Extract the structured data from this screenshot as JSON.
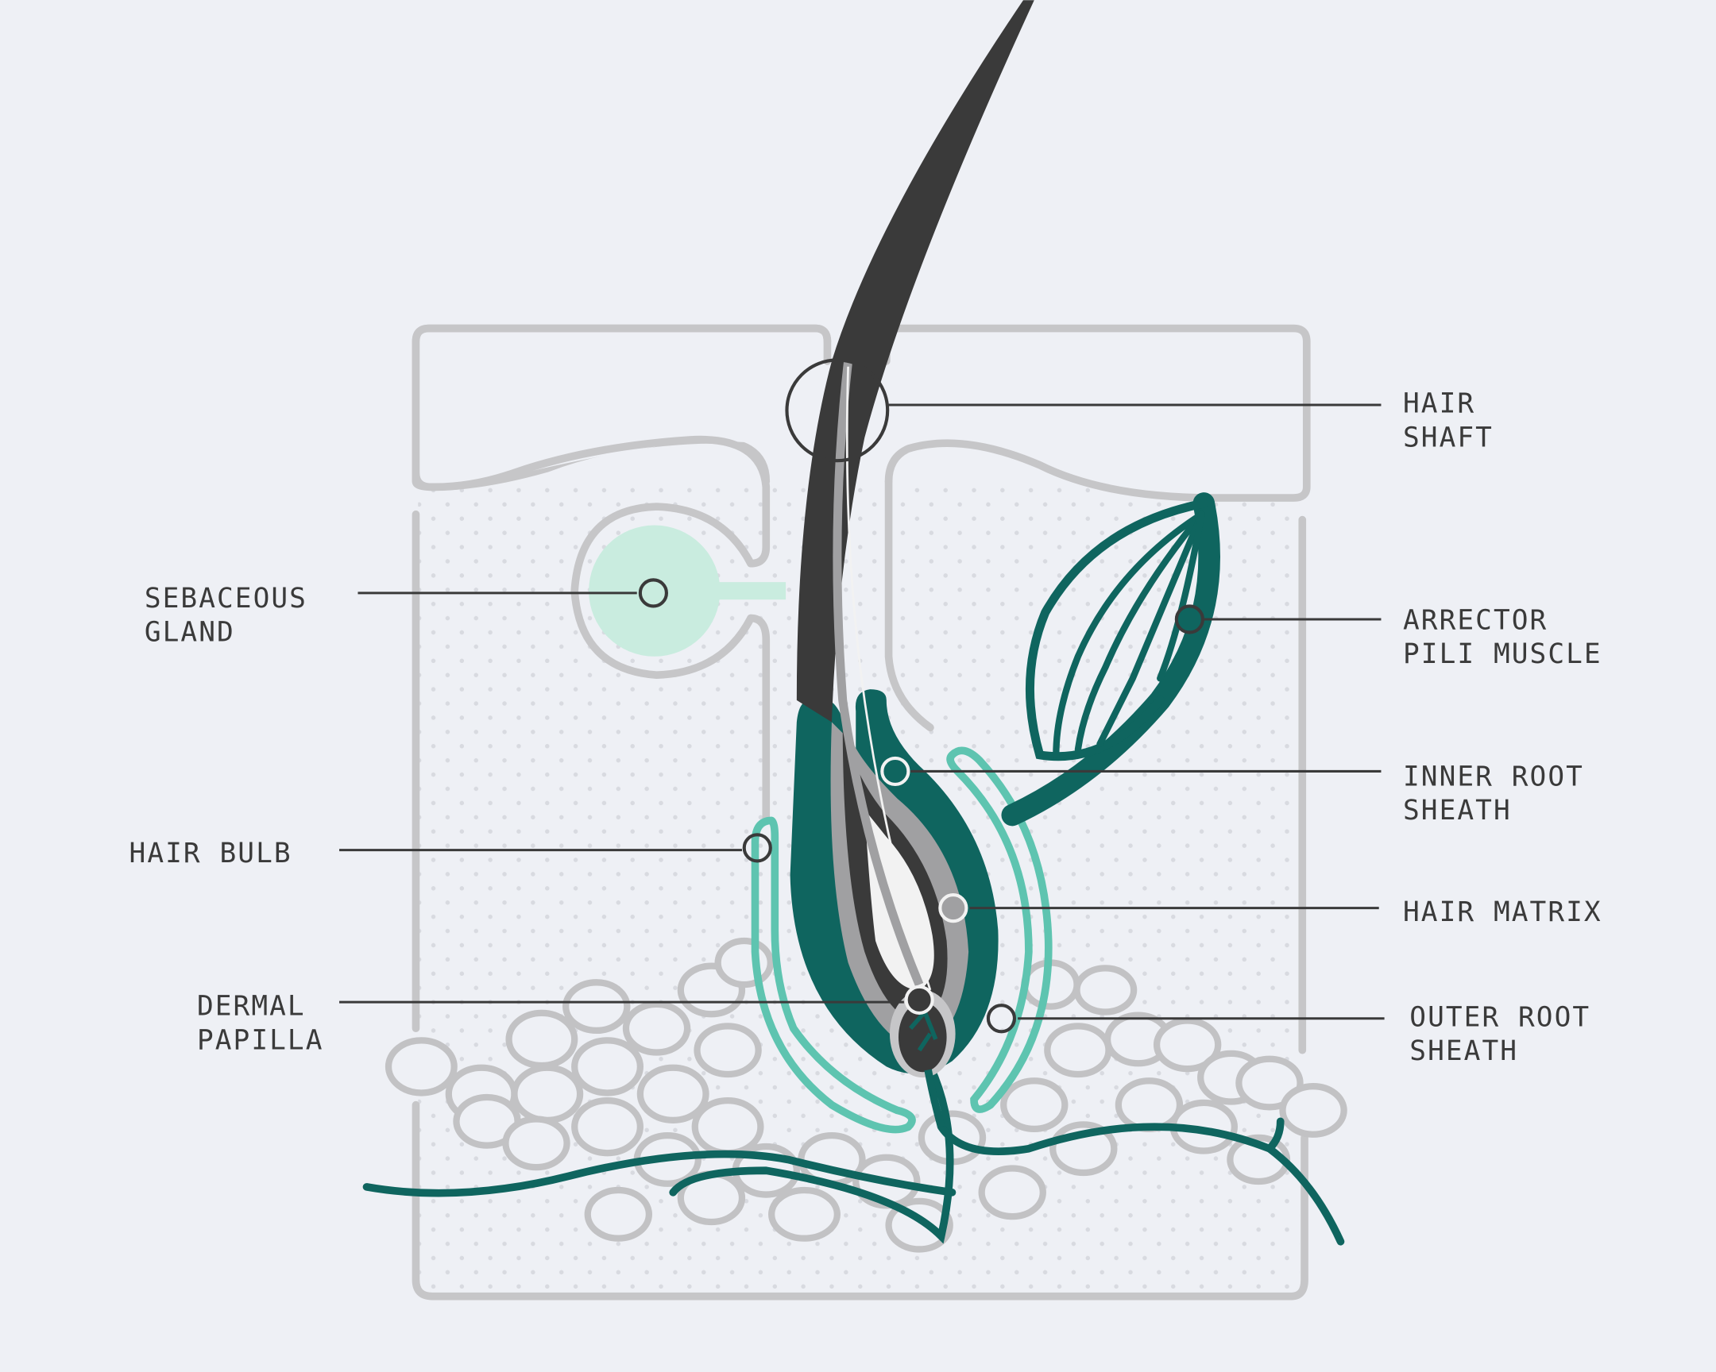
{
  "labels": {
    "hair_shaft": [
      "HAIR",
      "SHAFT"
    ],
    "sebaceous_gland": [
      "SEBACEOUS",
      "GLAND"
    ],
    "arrector_pili_muscle": [
      "ARRECTOR",
      "PILI MUSCLE"
    ],
    "inner_root_sheath": [
      "INNER ROOT",
      "SHEATH"
    ],
    "hair_bulb": [
      "HAIR BULB"
    ],
    "hair_matrix": [
      "HAIR MATRIX"
    ],
    "dermal_papilla": [
      "DERMAL",
      "PAPILLA"
    ],
    "outer_root_sheath": [
      "OUTER ROOT",
      "SHEATH"
    ]
  },
  "colors": {
    "background": "#eef0f5",
    "outline": "#c6c6c8",
    "hair": "#3a3a3a",
    "teal": "#0f655f",
    "light_teal": "#5ec4b0",
    "mint": "#c9ecdf"
  }
}
